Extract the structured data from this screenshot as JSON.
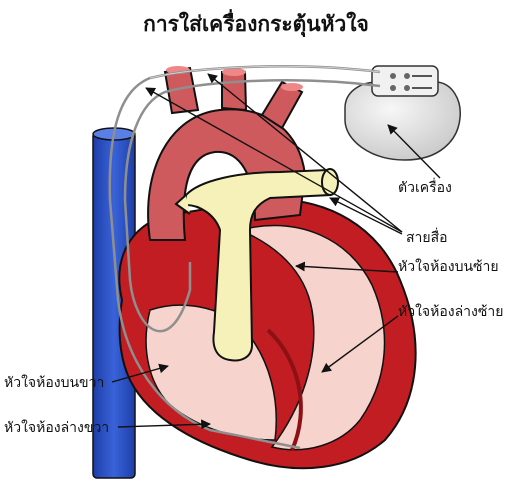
{
  "title": "การใส่เครื่องกระตุ้นหัวใจ",
  "labels": {
    "pacemaker": "ตัวเครื่อง",
    "leads": "สายสื่อ",
    "left_atrium": "หัวใจห้องบนซ้าย",
    "left_ventricle": "หัวใจห้องล่างซ้าย",
    "right_atrium": "หัวใจห้องบนขวา",
    "right_ventricle": "หัวใจห้องล่างขวา"
  },
  "icons": {
    "pacemaker": "pacemaker-device-icon",
    "heart": "heart-illustration-icon"
  },
  "colors": {
    "vena_cava": "#2e54c9",
    "heart_dark": "#c21d22",
    "heart_mid": "#cf5a5d",
    "heart_light": "#f6d4cd",
    "aorta_artery": "#f5f1b8",
    "pacemaker_body": "#e2e2e2",
    "lead_wire": "#9a9a9a"
  }
}
